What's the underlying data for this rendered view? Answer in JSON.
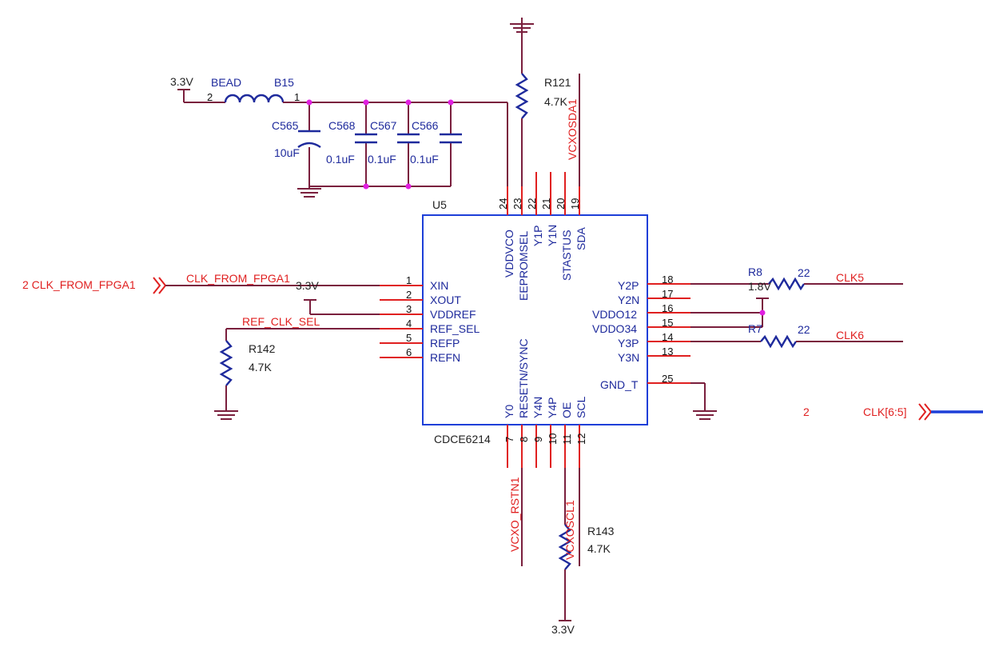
{
  "colors": {
    "wire": "#7a1f3d",
    "pin_lead": "#e02020",
    "chip_outline": "#1d3fd8",
    "component": "#1e2a9c",
    "junction": "#e020e0",
    "net_label": "#e02020",
    "bus": "#1d3fd8"
  },
  "ic": {
    "designator": "U5",
    "part_number": "CDCE6214",
    "pins_left": [
      {
        "num": "1",
        "name": "XIN"
      },
      {
        "num": "2",
        "name": "XOUT"
      },
      {
        "num": "3",
        "name": "VDDREF"
      },
      {
        "num": "4",
        "name": "REF_SEL"
      },
      {
        "num": "5",
        "name": "REFP"
      },
      {
        "num": "6",
        "name": "REFN"
      }
    ],
    "pins_top": [
      {
        "num": "24",
        "name": "VDDVCO"
      },
      {
        "num": "23",
        "name": "EEPROMSEL"
      },
      {
        "num": "22",
        "name": "Y1P"
      },
      {
        "num": "21",
        "name": "Y1N"
      },
      {
        "num": "20",
        "name": "STASTUS"
      },
      {
        "num": "19",
        "name": "SDA"
      }
    ],
    "pins_right": [
      {
        "num": "18",
        "name": "Y2P"
      },
      {
        "num": "17",
        "name": "Y2N"
      },
      {
        "num": "16",
        "name": "VDDO12"
      },
      {
        "num": "15",
        "name": "VDDO34"
      },
      {
        "num": "14",
        "name": "Y3P"
      },
      {
        "num": "13",
        "name": "Y3N"
      },
      {
        "num": "25",
        "name": "GND_T"
      }
    ],
    "pins_bottom": [
      {
        "num": "7",
        "name": "Y0"
      },
      {
        "num": "8",
        "name": "RESETN/SYNC"
      },
      {
        "num": "9",
        "name": "Y4N"
      },
      {
        "num": "10",
        "name": "Y4P"
      },
      {
        "num": "11",
        "name": "OE"
      },
      {
        "num": "12",
        "name": "SCL"
      }
    ]
  },
  "power": {
    "bead_supply": "3.3V",
    "vddref_supply": "3.3V",
    "r143_supply": "3.3V",
    "vddo_supply": "1.8V"
  },
  "bead": {
    "label": "BEAD",
    "designator": "B15",
    "pin_left": "2",
    "pin_right": "1"
  },
  "capacitors": [
    {
      "designator": "C565",
      "value": "10uF"
    },
    {
      "designator": "C568",
      "value": "0.1uF"
    },
    {
      "designator": "C567",
      "value": "0.1uF"
    },
    {
      "designator": "C566",
      "value": "0.1uF"
    }
  ],
  "resistors": {
    "r121": {
      "designator": "R121",
      "value": "4.7K"
    },
    "r142": {
      "designator": "R142",
      "value": "4.7K"
    },
    "r143": {
      "designator": "R143",
      "value": "4.7K"
    },
    "r8": {
      "designator": "R8",
      "value": "22"
    },
    "r7": {
      "designator": "R7",
      "value": "22"
    }
  },
  "nets": {
    "clk_from_fpga_port": "2  CLK_FROM_FPGA1",
    "clk_from_fpga_wire": "CLK_FROM_FPGA1",
    "ref_clk_sel": "REF_CLK_SEL",
    "vcxo_sda": "VCXOSDA1",
    "vcxo_rstn": "VCXO_RSTN1",
    "vcxo_scl": "VCXOSCL1",
    "clk5": "CLK5",
    "clk6": "CLK6",
    "bus_sheet": "2",
    "bus_label": "CLK[6:5]"
  }
}
